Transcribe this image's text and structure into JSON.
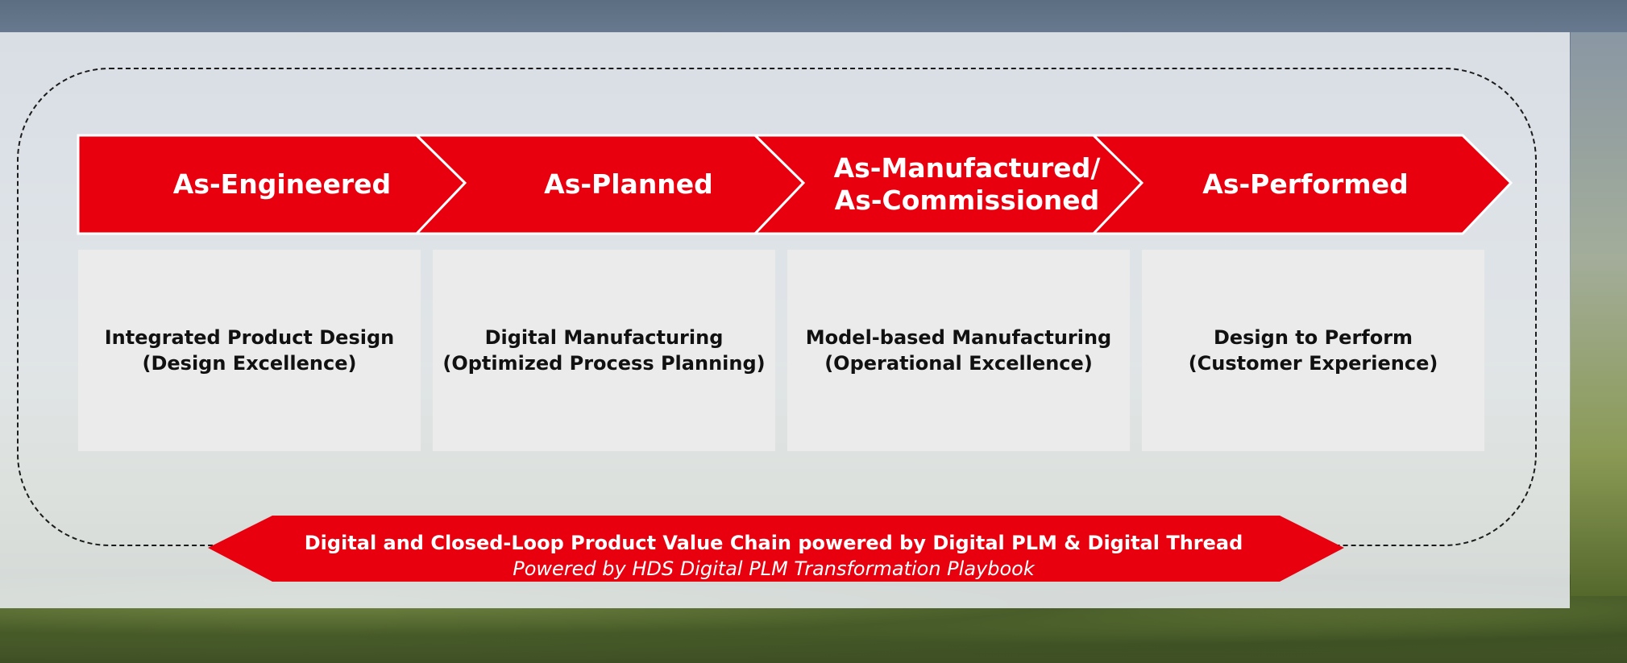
{
  "stages": [
    {
      "label_line1": "As-Engineered",
      "label_line2": ""
    },
    {
      "label_line1": "As-Planned",
      "label_line2": ""
    },
    {
      "label_line1": "As-Manufactured/",
      "label_line2": "As-Commissioned"
    },
    {
      "label_line1": "As-Performed",
      "label_line2": ""
    }
  ],
  "boxes": [
    {
      "line1": "Integrated Product Design",
      "line2": "(Design Excellence)"
    },
    {
      "line1": "Digital Manufacturing",
      "line2": "(Optimized Process Planning)"
    },
    {
      "line1": "Model-based Manufacturing",
      "line2": "(Operational Excellence)"
    },
    {
      "line1": "Design to Perform",
      "line2": "(Customer Experience)"
    }
  ],
  "banner": {
    "main": "Digital and Closed-Loop Product Value Chain powered by Digital PLM & Digital Thread",
    "sub": "Powered by HDS Digital PLM Transformation Playbook"
  },
  "colors": {
    "accent_red": "#e8000f",
    "box_bg": "#ebebeb",
    "loop_line": "#1b1b1b"
  }
}
